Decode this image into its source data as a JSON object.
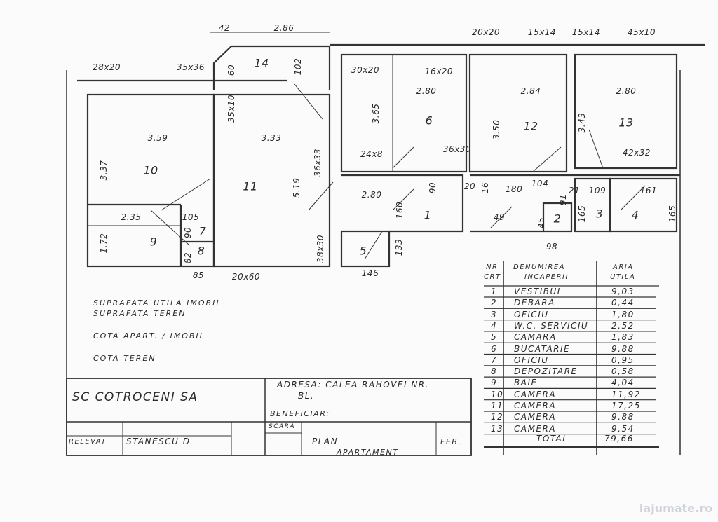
{
  "dimensions": [
    "42",
    "2.86",
    "20x20",
    "15x14",
    "15x14",
    "45x10",
    "28x20",
    "35x36",
    "102",
    "60",
    "30x20",
    "16x20",
    "2.80",
    "2.84",
    "2.80",
    "35x10",
    "3.65",
    "3.50",
    "3.43",
    "3.59",
    "3.33",
    "24x8",
    "36x30",
    "42x32",
    "36x33",
    "3.37",
    "5.19",
    "2.80",
    "90",
    "20",
    "16",
    "180",
    "104",
    "21",
    "109",
    "161",
    "160",
    "165",
    "165",
    "2.35",
    "105",
    "45",
    "91",
    "49",
    "90",
    "1.72",
    "82",
    "38x30",
    "133",
    "98",
    "146",
    "85",
    "20x60"
  ],
  "rooms": [
    "14",
    "6",
    "12",
    "13",
    "10",
    "11",
    "1",
    "3",
    "4",
    "2",
    "9",
    "7",
    "8",
    "5"
  ],
  "notes": {
    "suprafata_utila": "SUPRAFATA UTILA IMOBIL",
    "suprafata_teren": "SUPRAFATA TEREN",
    "cota_apart": "COTA APART. / IMOBIL",
    "cota_teren": "COTA TEREN"
  },
  "title_block": {
    "company": "SC COTROCENI SA",
    "address": "ADRESA: CALEA RAHOVEI NR.",
    "bl": "BL.",
    "beneficiar": "BENEFICIAR:",
    "scara": "SCARA",
    "relevat_label": "RELEVAT",
    "relevat_name": "STANESCU D",
    "plan": "PLAN",
    "plan2": "APARTAMENT",
    "date": "FEB."
  },
  "room_table": {
    "headers": {
      "nr": "NR CRT",
      "name": "DENUMIREA INCAPERII",
      "area": "ARIA UTILA"
    },
    "header_lines": {
      "nr1": "NR",
      "nr2": "CRT",
      "name1": "DENUMIREA",
      "name2": "INCAPERII",
      "area1": "ARIA",
      "area2": "UTILA"
    },
    "rows": [
      {
        "nr": "1",
        "name": "VESTIBUL",
        "area": "9,03"
      },
      {
        "nr": "2",
        "name": "DEBARA",
        "area": "0,44"
      },
      {
        "nr": "3",
        "name": "OFICIU",
        "area": "1,80"
      },
      {
        "nr": "4",
        "name": "W.C. SERVICIU",
        "area": "2,52"
      },
      {
        "nr": "5",
        "name": "CAMARA",
        "area": "1,83"
      },
      {
        "nr": "6",
        "name": "BUCATARIE",
        "area": "9,88"
      },
      {
        "nr": "7",
        "name": "OFICIU",
        "area": "0,95"
      },
      {
        "nr": "8",
        "name": "DEPOZITARE",
        "area": "0,58"
      },
      {
        "nr": "9",
        "name": "BAIE",
        "area": "4,04"
      },
      {
        "nr": "10",
        "name": "CAMERA",
        "area": "11,92"
      },
      {
        "nr": "11",
        "name": "CAMERA",
        "area": "17,25"
      },
      {
        "nr": "12",
        "name": "CAMERA",
        "area": "9,88"
      },
      {
        "nr": "13",
        "name": "CAMERA",
        "area": "9,54"
      }
    ],
    "total_label": "TOTAL",
    "total_value": "79,66"
  },
  "watermark": "lajumate.ro"
}
